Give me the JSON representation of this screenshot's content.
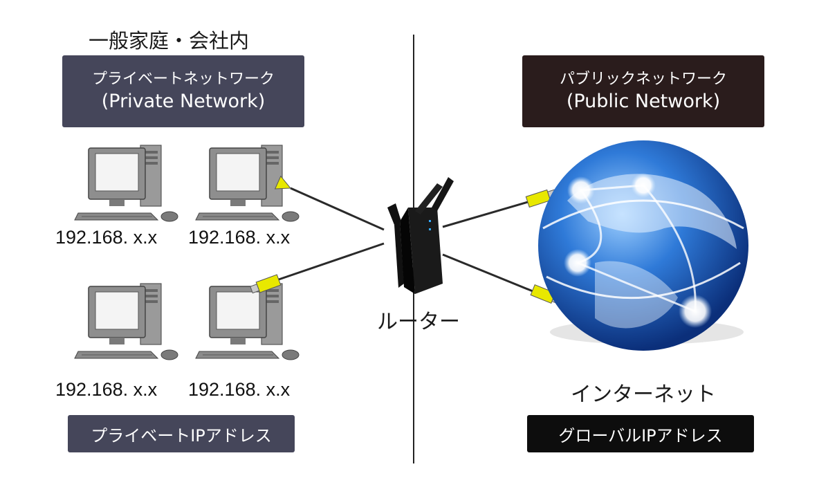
{
  "left": {
    "heading": "一般家庭・会社内",
    "network_box": {
      "line1": "プライベートネットワーク",
      "line2": "(Private Network)",
      "color": "#45465a"
    },
    "ips": [
      "192.168. x.x",
      "192.168. x.x",
      "192.168. x.x",
      "192.168. x.x"
    ],
    "address_badge": {
      "label": "プライベートIPアドレス",
      "color": "#45465a"
    }
  },
  "right": {
    "network_box": {
      "line1": "パブリックネットワーク",
      "line2": "(Public Network)",
      "color": "#2a1c1c"
    },
    "internet_label": "インターネット",
    "address_badge": {
      "label": "グローバルIPアドレス",
      "color": "#0d0d0d"
    }
  },
  "router": {
    "label": "ルーター"
  },
  "icons": {
    "computer": "desktop-computer-icon",
    "router": "wifi-router-icon",
    "globe": "globe-network-icon",
    "connector": "cable-connector-icon"
  },
  "colors": {
    "cable_plug": "#e8e800",
    "divider": "#222222"
  }
}
